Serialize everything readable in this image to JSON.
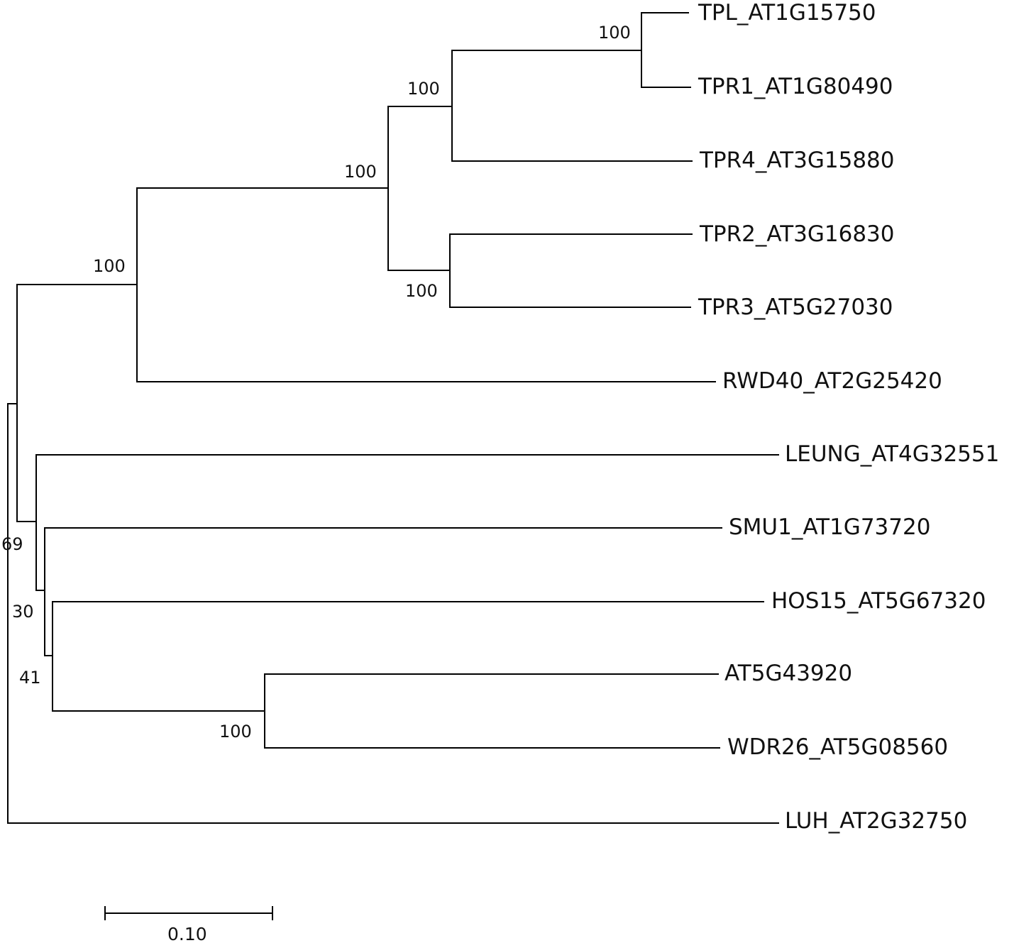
{
  "tree": {
    "leaves": [
      "TPL_AT1G15750",
      "TPR1_AT1G80490",
      "TPR4_AT3G15880",
      "TPR2_AT3G16830",
      "TPR3_AT5G27030",
      "RWD40_AT2G25420",
      "LEUNG_AT4G32551",
      "SMU1_AT1G73720",
      "HOS15_AT5G67320",
      "AT5G43920",
      "WDR26_AT5G08560",
      "LUH_AT2G32750"
    ],
    "bootstrap": {
      "tpl_tpr1": "100",
      "tpl_tpr1_tpr4": "100",
      "tpr2_tpr3": "100",
      "tpl_tpr_clade": "100",
      "tpl_rwd40_clade": "100",
      "at5g43920_wdr26": "100",
      "node_69": "69",
      "node_30": "30",
      "node_41": "41"
    },
    "scale_bar": {
      "label": "0.10",
      "value": 0.1
    }
  }
}
